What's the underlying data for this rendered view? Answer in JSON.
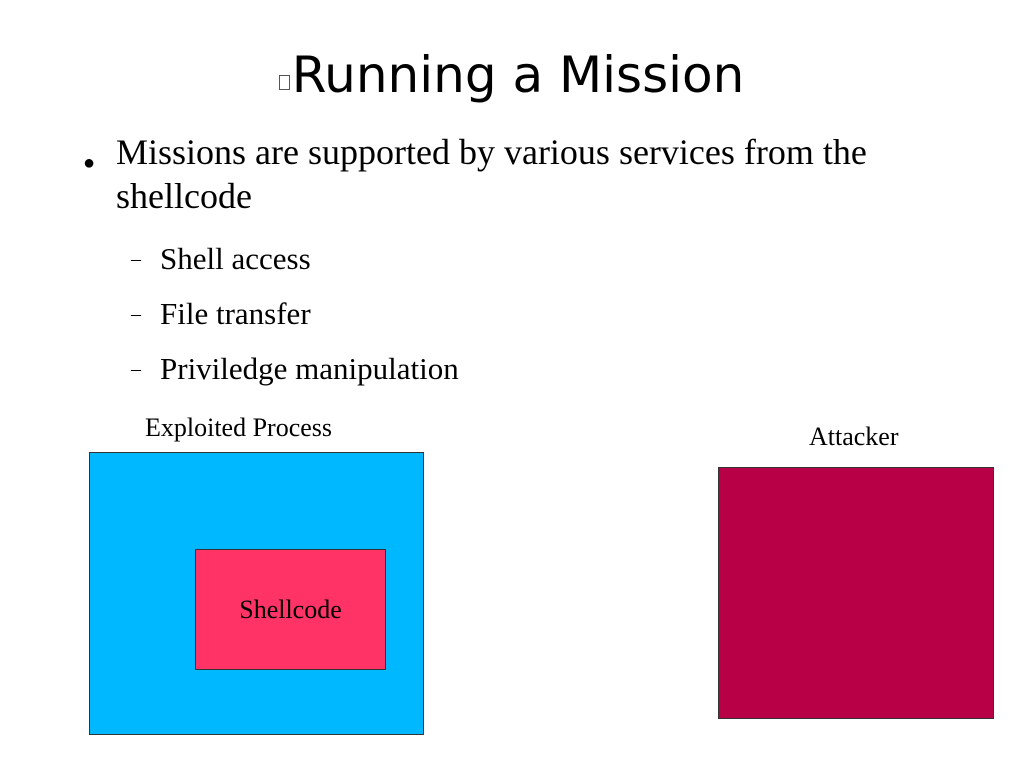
{
  "slide": {
    "title": "Running a Mission",
    "bullet": "Missions are supported by various services from the shellcode",
    "bullet_marker": "●",
    "sub_marker": "–",
    "sub_bullets": [
      "Shell access",
      "File transfer",
      "Priviledge manipulation"
    ]
  },
  "diagram": {
    "process_label": "Exploited Process",
    "shellcode_label": "Shellcode",
    "attacker_label": "Attacker",
    "colors": {
      "process_box": "#00b8ff",
      "shellcode_box": "#ff3366",
      "attacker_box": "#b80047"
    }
  }
}
